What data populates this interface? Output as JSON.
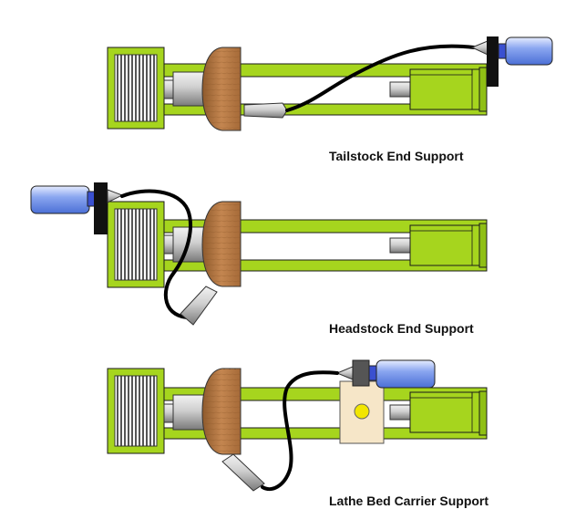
{
  "captions": {
    "tailstock": "Tailstock End Support",
    "headstock": "Headstock End Support",
    "carrier": "Lathe Bed Carrier Support"
  },
  "colors": {
    "bed_green": "#a6d51e",
    "outline": "#1a1a1a",
    "wood": "#b97a45",
    "steel": "#c4c4c4",
    "motor_blue": "#6f8fe8",
    "cable": "#000000",
    "carrier_block": "#f6e6c8",
    "knob_yellow": "#f2e600"
  },
  "icons": [
    "lathe-bed",
    "headstock-pulley",
    "wooden-bowl",
    "tailstock",
    "flex-shaft-motor",
    "flexible-shaft",
    "handpiece-tool",
    "tool-carrier-block"
  ]
}
